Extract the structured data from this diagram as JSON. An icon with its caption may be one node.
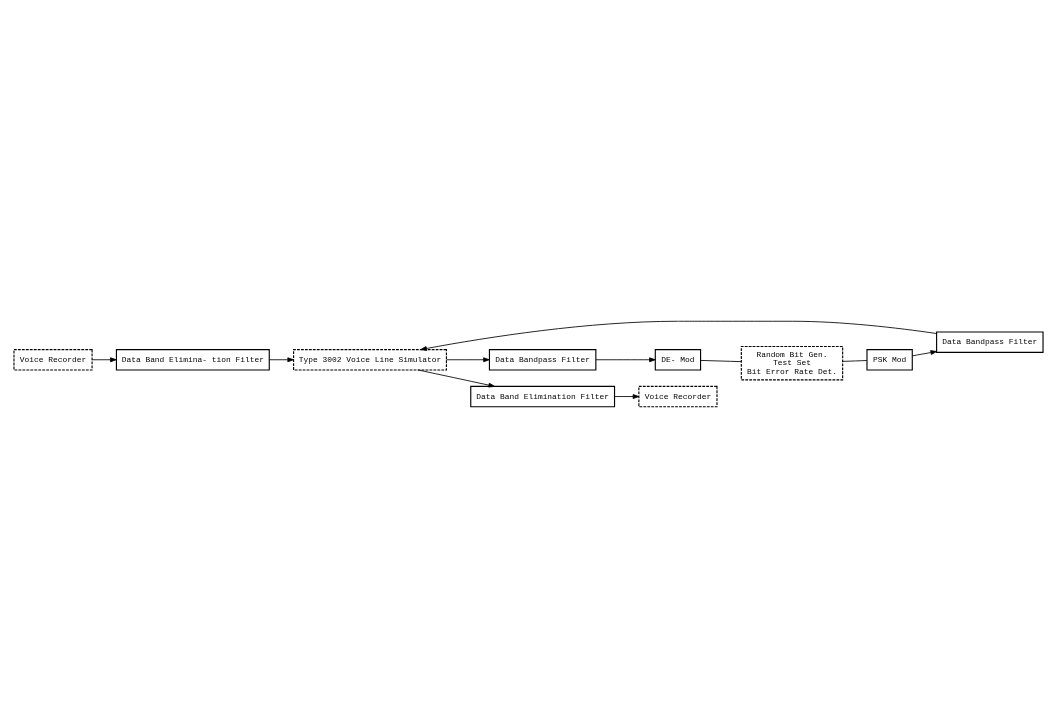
{
  "diagram": {
    "nodes": [
      {
        "text": [
          "Voice Recorder"
        ]
      },
      {
        "text": [
          "Data Band Elimina- tion Filter"
        ]
      },
      {
        "text": [
          "Random Bit Gen.",
          "Test Set",
          "Bit Error Rate Det."
        ]
      },
      {
        "text": [
          "PSK Mod"
        ]
      },
      {
        "text": [
          "Data Bandpass Filter"
        ]
      },
      {
        "text": [
          "Type 3002 Voice Line Simulator"
        ]
      },
      {
        "text": [
          "DE- Mod"
        ]
      },
      {
        "text": [
          "Data Bandpass Filter"
        ]
      },
      {
        "text": [
          "Voice Recorder"
        ]
      },
      {
        "text": [
          "Data Band Elimination Filter"
        ]
      }
    ],
    "edges": [
      {
        "from": 0,
        "to": 1,
        "arrow": "to"
      },
      {
        "from": 2,
        "to": 3,
        "arrow": "none"
      },
      {
        "from": 3,
        "to": 4,
        "arrow": "to"
      },
      {
        "from": 1,
        "to": 5,
        "arrow": "to"
      },
      {
        "from": 4,
        "to": 5,
        "arrow": "to"
      },
      {
        "from": 5,
        "to": 7,
        "arrow": "to"
      },
      {
        "from": 5,
        "to": 9,
        "arrow": "to"
      },
      {
        "from": 7,
        "to": 6,
        "arrow": "to"
      },
      {
        "from": 6,
        "to": 2,
        "arrow": "none"
      },
      {
        "from": 9,
        "to": 8,
        "arrow": "to"
      }
    ]
  }
}
